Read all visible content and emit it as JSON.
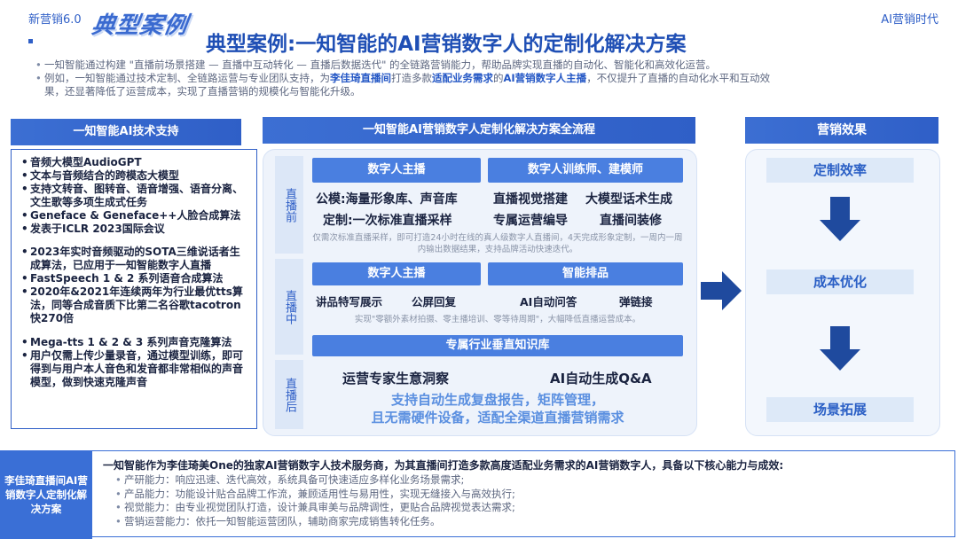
{
  "header": {
    "left_tag": "新营销6.0",
    "right_tag": "AI营销时代",
    "logo_text": "典型案例",
    "title": "典型案例:一知智能的AI营销数字人的定制化解决方案"
  },
  "intro": {
    "line1": "一知智能通过构建 \"直播前场景搭建 — 直播中互动转化 — 直播后数据迭代\" 的全链路营销能力，帮助品牌实现直播的自动化、智能化和高效化运营。",
    "line2_a": "例如，一知智能通过技术定制、全链路运营与专业团队支持，为",
    "line2_hl1": "李佳琦直播间",
    "line2_b": "打造多款",
    "line2_hl2": "适配业务需求",
    "line2_c": "的",
    "line2_hl3": "AI营销数字人主播",
    "line2_d": "，不仅提升了直播的自动化水平和互动效",
    "line3": "果，还显著降低了运营成本，实现了直播营销的规模化与智能化升级。"
  },
  "left_panel": {
    "header": "一知智能AI技术支持",
    "group1": [
      "音频大模型AudioGPT",
      "文本与音频结合的跨模态大模型",
      "支持文转音、图转音、语音增强、语音分离、文生歌等多项生成式任务",
      "Geneface & Geneface++人脸合成算法",
      "发表于ICLR 2023国际会议"
    ],
    "group2": [
      "2023年实时音频驱动的SOTA三维说话者生成算法，已应用于一知智能数字人直播",
      "FastSpeech 1 & 2 系列语音合成算法",
      "2020年&2021年连续两年为行业最优tts算法，同等合成音质下比第二名谷歌tacotron快270倍"
    ],
    "group3": [
      "Mega-tts 1 & 2 & 3 系列声音克隆算法",
      "用户仅需上传少量录音，通过模型训练，即可得到与用户本人音色和发音都非常相似的声音模型，做到快速克隆声音"
    ]
  },
  "middle_panel": {
    "header": "一知智能AI营销数字人定制化解决方案全流程",
    "pre": {
      "label": "直播前",
      "sub_left": "数字人主播",
      "sub_right": "数字人训练师、建模师",
      "item1": "公模:海量形象库、声音库",
      "item2": "定制:一次标准直播采样",
      "item3": "直播视觉搭建",
      "item4": "大模型话术生成",
      "item5": "专属运营编导",
      "item6": "直播间装修",
      "note": "仅需次标准直播采样，即可打造24小时在线的真人级数字人直播间，4天完成形象定制，一周内一周内输出数据结果，支持品牌活动快速迭代。"
    },
    "mid": {
      "label": "直播中",
      "sub_left": "数字人主播",
      "sub_right": "智能排品",
      "item1": "讲品特写展示",
      "item2": "公屏回复",
      "item3": "AI自动问答",
      "item4": "弹链接",
      "note": "实现\"零额外素材拍摄、零主播培训、零等待周期\"，大幅降低直播运营成本。"
    },
    "post": {
      "label": "直播后",
      "sub": "专属行业垂直知识库",
      "item1": "运营专家生意洞察",
      "item2": "AI自动生成Q&A",
      "big_line1": "支持自动生成复盘报告，矩阵管理，",
      "big_line2": "且无需硬件设备，适配全渠道直播营销需求"
    }
  },
  "right_panel": {
    "header": "营销效果",
    "items": [
      "定制效率",
      "成本优化",
      "场景拓展"
    ]
  },
  "bottom": {
    "label": "李佳琦直播间AI营销数字人定制化解决方案",
    "lead": "一知智能作为李佳琦美One的独家AI营销数字人技术服务商，为其直播间打造多款高度适配业务需求的AI营销数字人，具备以下核心能力与成效:",
    "bullets": [
      "产研能力：响应迅速、迭代高效，系统具备可快速适应多样化业务场景需求;",
      "产品能力：功能设计贴合品牌工作流，兼顾适用性与易用性，实现无缝接入与高效执行;",
      "视觉能力：由专业视觉团队打造，设计兼具审美与品牌调性，更贴合品牌视觉表达需求;",
      "营销运营能力：依托一知智能运营团队，辅助商家完成销售转化任务。"
    ]
  },
  "colors": {
    "primary": "#2f5fc7",
    "title_blue": "#1f4fb5",
    "arrow": "#1f4a9e",
    "light_panel": "#e8f0fb"
  }
}
